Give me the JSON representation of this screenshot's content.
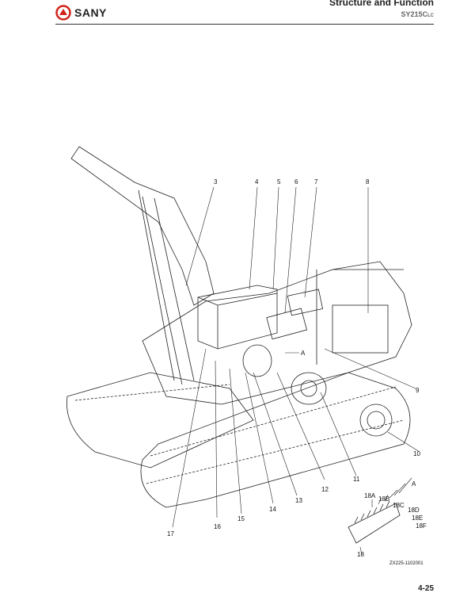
{
  "header": {
    "brand": "SANY",
    "section_title": "Structure and Function",
    "model_main": "SY215C",
    "model_suffix": "LC"
  },
  "figure": {
    "callouts": [
      "3",
      "4",
      "5",
      "6",
      "7",
      "8",
      "9",
      "10",
      "11",
      "12",
      "13",
      "14",
      "15",
      "16",
      "17",
      "A",
      "A"
    ],
    "detail_label": "A",
    "detail_callouts": [
      "18A",
      "18B",
      "18C",
      "18D",
      "18E",
      "18F",
      "18"
    ],
    "code": "ZX225-1102001"
  },
  "footer": {
    "page": "4-25"
  }
}
